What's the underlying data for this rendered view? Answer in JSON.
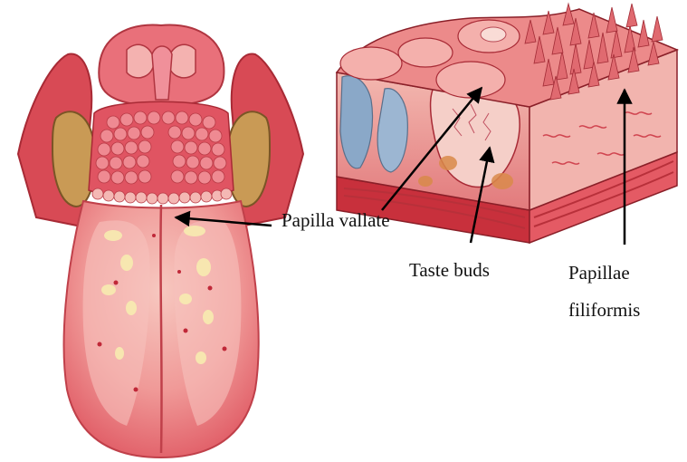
{
  "labels": {
    "papilla_vallate": "Papilla vallate",
    "taste_buds": "Taste buds",
    "papillae_filiformis_line1": "Papillae",
    "papillae_filiformis_line2": "filiformis"
  },
  "colors": {
    "tongue_base": "#e8606a",
    "tongue_light": "#f4a8a8",
    "tongue_highlight": "#f8efb0",
    "tonsil": "#c99a55",
    "tissue_dark": "#c83a45",
    "gland_blue": "#8aa8c8",
    "arrow": "#000000"
  }
}
